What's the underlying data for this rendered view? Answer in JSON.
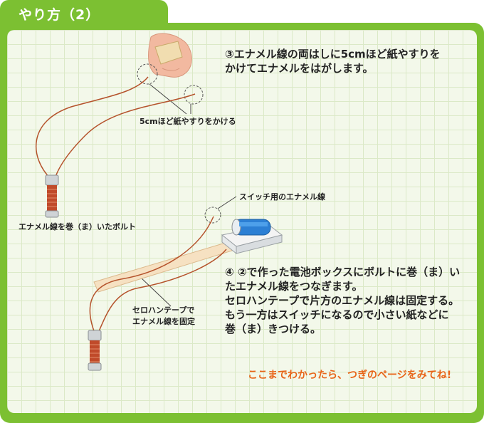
{
  "header": {
    "title": "やり方（2）"
  },
  "step3": {
    "line1": "③エナメル線の両はしに5cmほど紙やすりを",
    "line2": "かけてエナメルをはがします。"
  },
  "step4": {
    "line1": "④ ②で作った電池ボックスにボルトに巻（ま）い",
    "line2": "たエナメル線をつなぎます。",
    "line3": "セロハンテープで片方のエナメル線は固定する。",
    "line4": "もう一方はスイッチになるので小さい紙などに",
    "line5": "巻（ま）きつける。"
  },
  "labels": {
    "sandpaper": "5cmほど紙やすりをかける",
    "bolt": "エナメル線を巻（ま）いたボルト",
    "switch_wire": "スイッチ用のエナメル線",
    "tape_line1": "セロハンテープで",
    "tape_line2": "エナメル線を固定"
  },
  "closing": "ここまでわかったら、つぎのページをみてね!",
  "colors": {
    "frame": "#7cc032",
    "accent": "#e86418",
    "wire": "#b5532c"
  }
}
